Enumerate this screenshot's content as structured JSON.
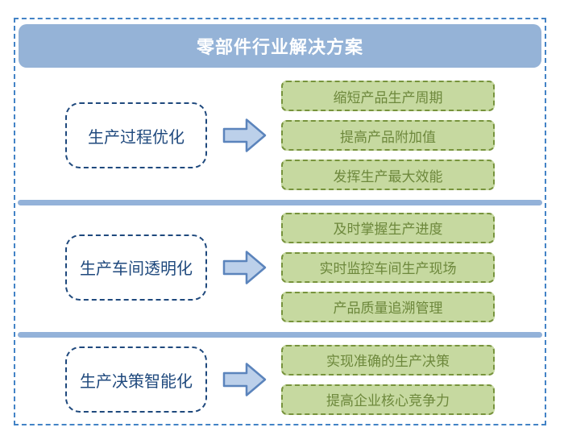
{
  "title": "零部件行业解决方案",
  "colors": {
    "outer_border": "#4383C6",
    "title_bg": "#95B3D7",
    "title_text": "#FFFFFF",
    "left_box_border": "#1F497D",
    "left_box_text": "#1F497D",
    "arrow_fill": "#BCD0EA",
    "arrow_border": "#5B84BC",
    "outcome_fill": "#C6D9A0",
    "outcome_border": "#77933C",
    "outcome_text": "#6D883C",
    "divider": "#93B2D9"
  },
  "sections": [
    {
      "label": "生产过程优化",
      "outcomes": [
        "缩短产品生产周期",
        "提高产品附加值",
        "发挥生产最大效能"
      ]
    },
    {
      "label": "生产车间透明化",
      "outcomes": [
        "及时掌握生产进度",
        "实时监控车间生产现场",
        "产品质量追溯管理"
      ]
    },
    {
      "label": "生产决策智能化",
      "outcomes": [
        "实现准确的生产决策",
        "提高企业核心竞争力"
      ]
    }
  ]
}
